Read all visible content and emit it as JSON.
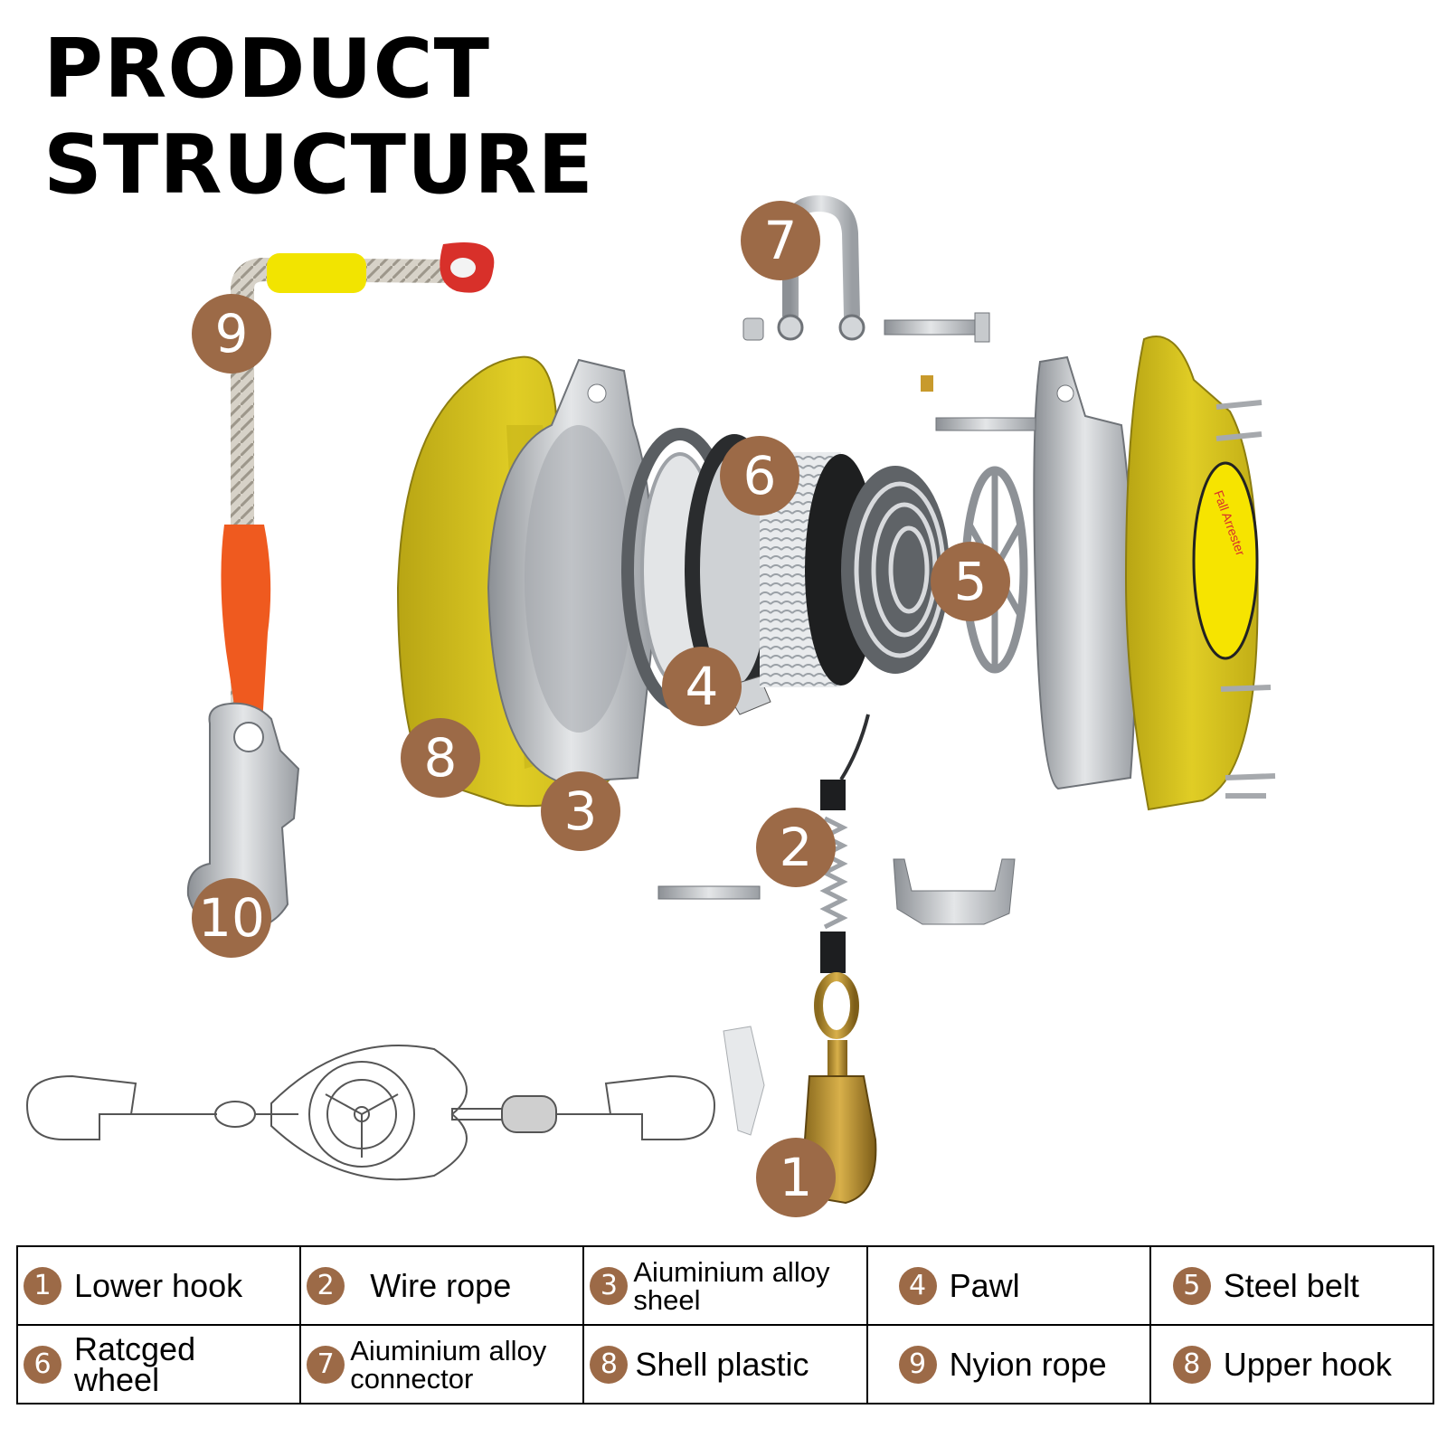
{
  "title": {
    "line1": "PRODUCT",
    "line2": "STRUCTURE"
  },
  "device_label": "Fall Arrester",
  "colors": {
    "callout": "#9c6a47",
    "shell": "#d9c41c",
    "sling": "#ef5a1f",
    "sleeve": "#f2e400",
    "metal": "#b9bcc0"
  },
  "callouts": [
    "1",
    "2",
    "3",
    "4",
    "5",
    "6",
    "7",
    "8",
    "9",
    "10"
  ],
  "legend": [
    [
      {
        "num": "1",
        "label": "Lower hook"
      },
      {
        "num": "2",
        "label": "Wire rope"
      },
      {
        "num": "3",
        "label": "Aiuminium alloy sheel"
      },
      {
        "num": "4",
        "label": "Pawl"
      },
      {
        "num": "5",
        "label": "Steel belt"
      }
    ],
    [
      {
        "num": "6",
        "label": "Ratcged wheel"
      },
      {
        "num": "7",
        "label": "Aiuminium alloy connector"
      },
      {
        "num": "8",
        "label": "Shell plastic"
      },
      {
        "num": "9",
        "label": "Nyion rope"
      },
      {
        "num": "8",
        "label": "Upper hook"
      }
    ]
  ]
}
